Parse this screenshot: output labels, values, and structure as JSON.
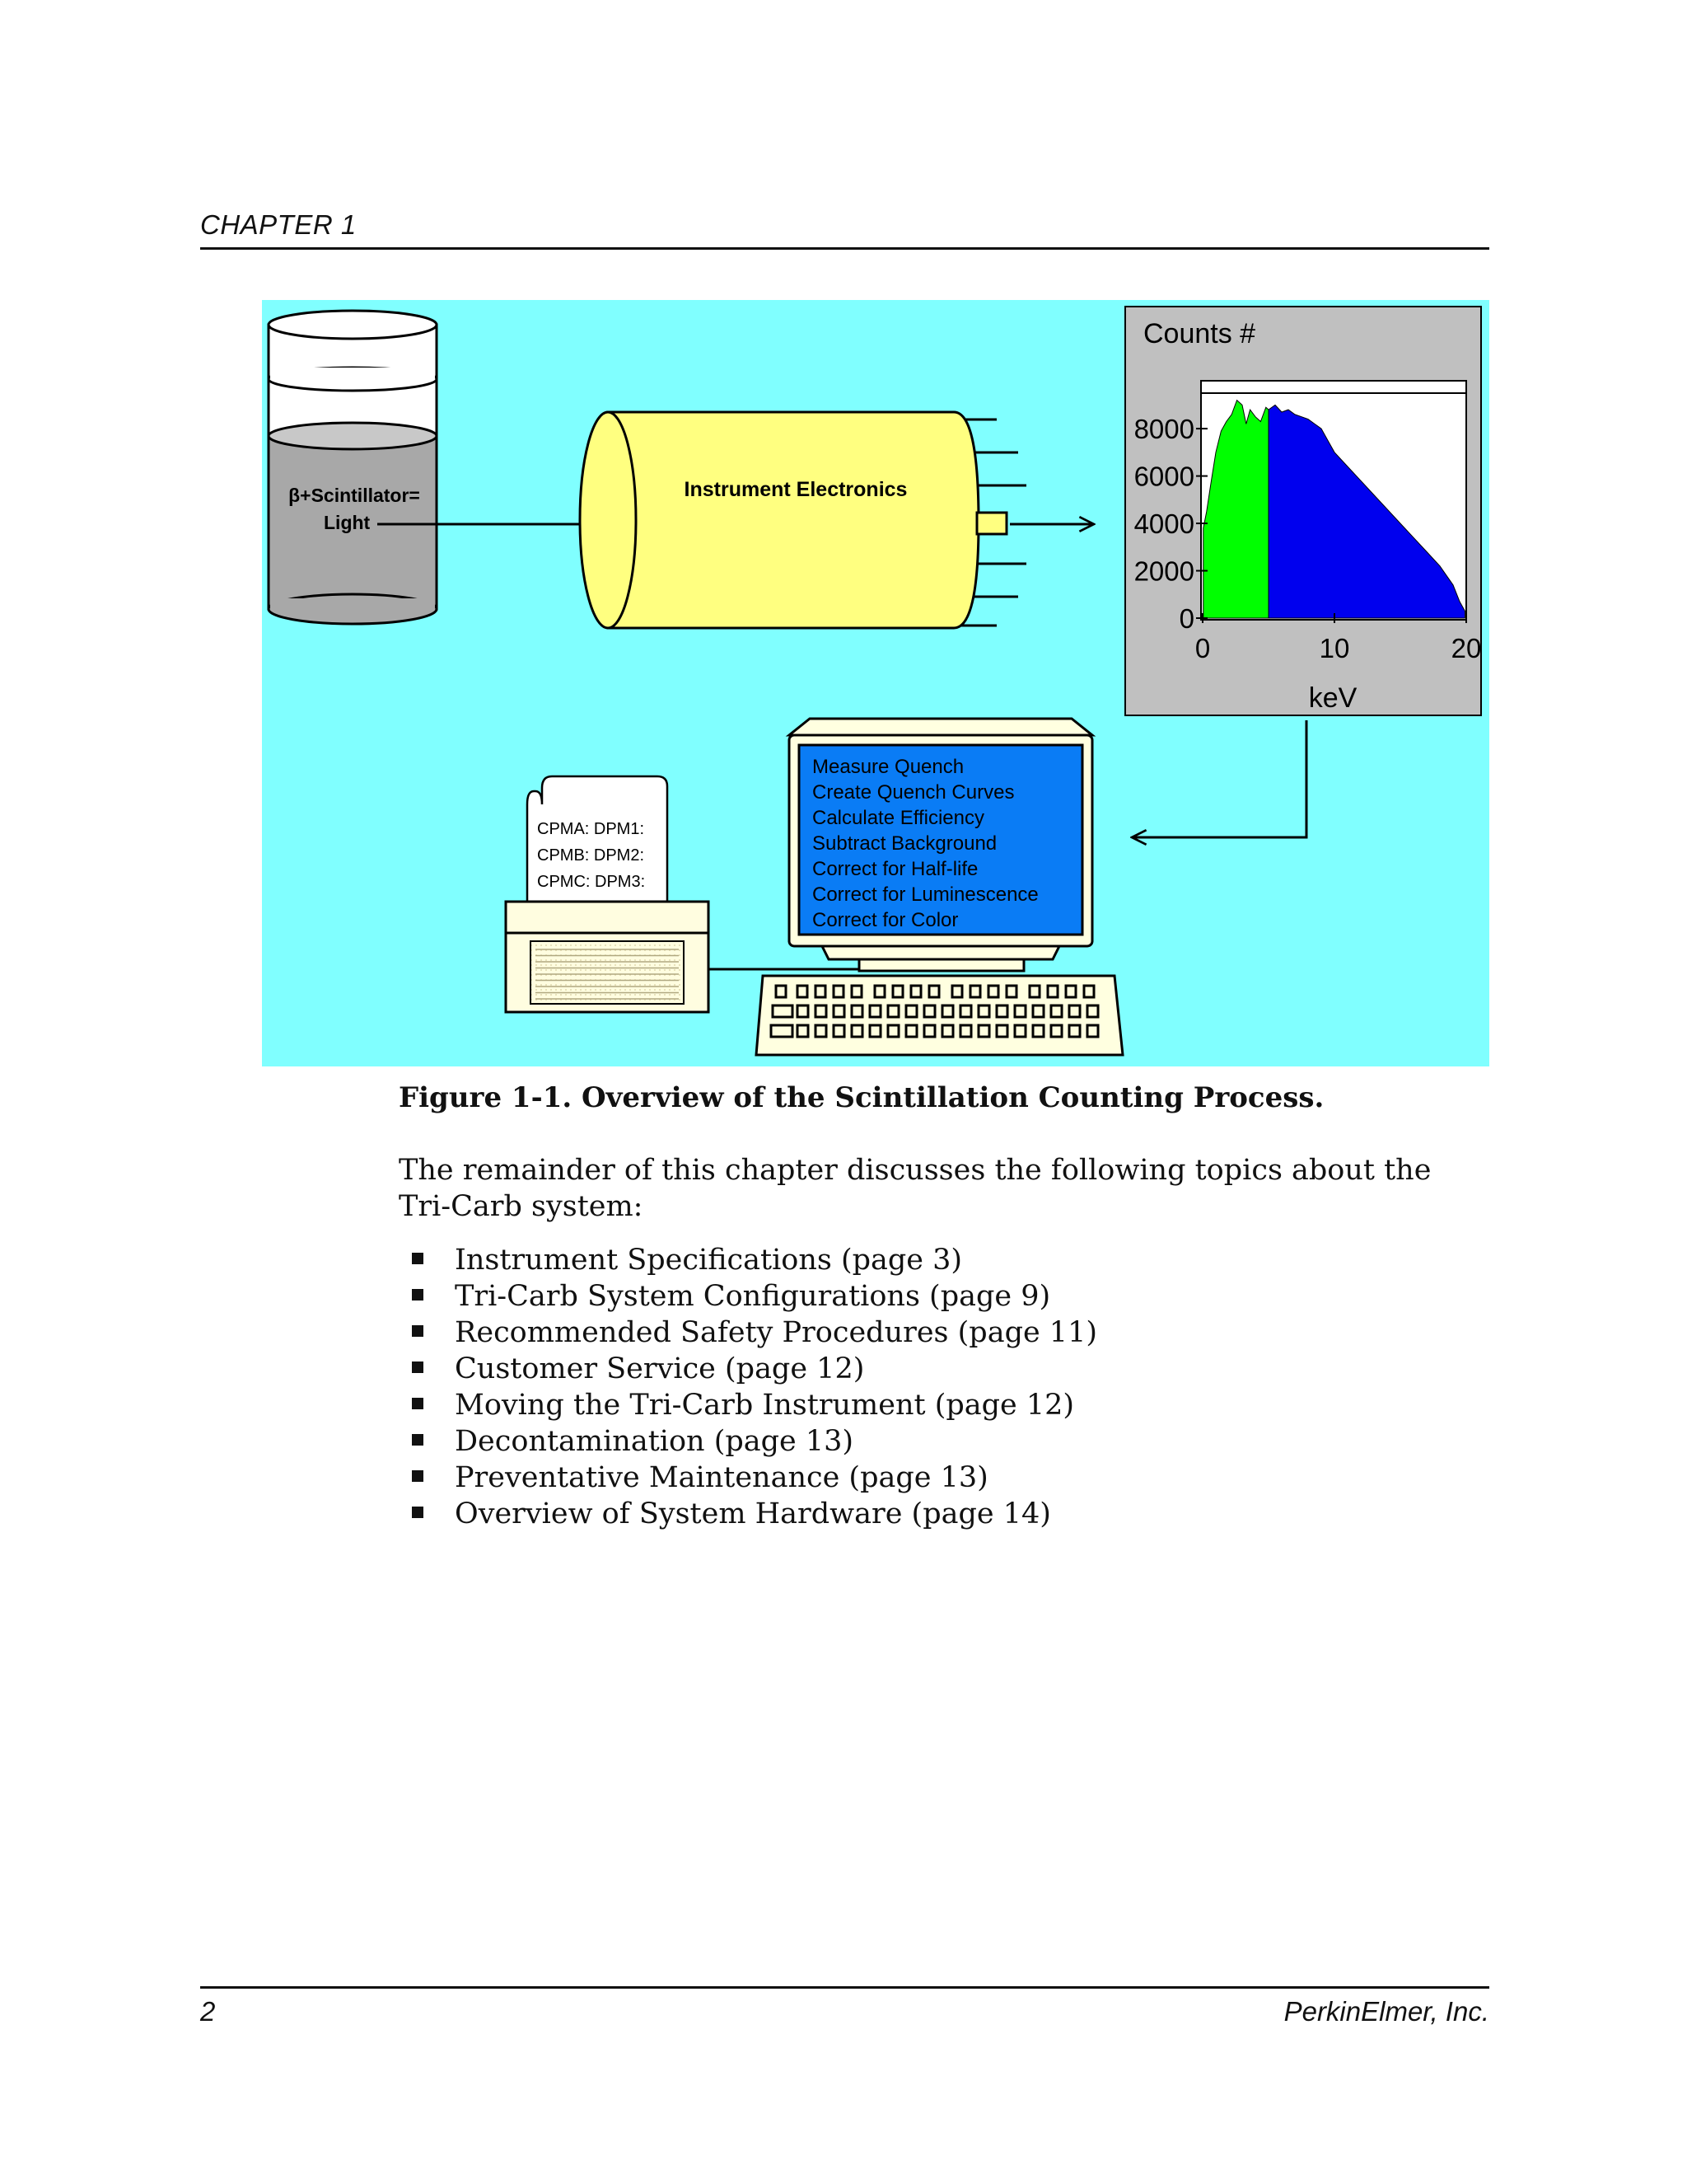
{
  "header": {
    "chapter": "CHAPTER 1"
  },
  "figure": {
    "vial_label_line1": "β+Scintillator=",
    "vial_label_line2": "Light",
    "electronics_label": "Instrument Electronics",
    "monitor_menu": [
      "Measure Quench",
      "Create Quench Curves",
      "Calculate Efficiency",
      "Subtract Background",
      "Correct for Half-life",
      "Correct for Luminescence",
      "Correct for Color"
    ],
    "printout_lines": [
      "CPMA:  DPM1:",
      "CPMB:  DPM2:",
      "CPMC:  DPM3:"
    ],
    "caption": "Figure 1-1. Overview of the Scintillation Counting Process.",
    "colors": {
      "background": "#80ffff",
      "cylinder": "#ffff80",
      "monitor_screen": "#0a7cf5",
      "spectrum_low": "#00ff00",
      "spectrum_high": "#0000ee",
      "plot_panel": "#c0c0c0"
    }
  },
  "chart_data": {
    "type": "area",
    "title": "Counts #",
    "xlabel": "keV",
    "ylabel": "Counts #",
    "xlim": [
      0,
      20
    ],
    "ylim": [
      0,
      9500
    ],
    "x_ticks": [
      "0",
      "10",
      "20"
    ],
    "y_ticks": [
      "0",
      "2000",
      "4000",
      "6000",
      "8000"
    ],
    "series": [
      {
        "color": "#00ff00",
        "x": [
          0.05,
          0.3,
          0.6,
          1.0,
          1.4,
          1.8,
          2.2,
          2.6,
          3.0,
          3.3,
          3.6,
          4.0,
          4.4,
          4.8,
          5.0
        ],
        "y": [
          3800,
          4500,
          5600,
          7000,
          7900,
          8300,
          8600,
          9200,
          9000,
          8200,
          8800,
          8500,
          8300,
          8900,
          8800
        ]
      },
      {
        "color": "#0000ee",
        "x": [
          5.0,
          5.5,
          6.0,
          6.5,
          7.0,
          7.5,
          8.0,
          8.5,
          9.0,
          9.5,
          10.0,
          11.0,
          12.0,
          13.0,
          14.0,
          15.0,
          16.0,
          17.0,
          18.0,
          19.0,
          19.5,
          19.9
        ],
        "y": [
          8800,
          9000,
          8700,
          8800,
          8600,
          8500,
          8400,
          8200,
          8000,
          7500,
          7000,
          6400,
          5800,
          5200,
          4600,
          4000,
          3400,
          2800,
          2200,
          1400,
          700,
          300
        ]
      }
    ]
  },
  "body": {
    "intro": "The remainder of this chapter discusses the following topics about the Tri-Carb system:",
    "topics": [
      "Instrument Specifications (page 3)",
      "Tri-Carb System Configurations (page 9)",
      "Recommended Safety Procedures (page 11)",
      "Customer Service (page 12)",
      "Moving the Tri-Carb Instrument (page 12)",
      "Decontamination (page 13)",
      "Preventative Maintenance (page 13)",
      "Overview of System Hardware (page 14)"
    ]
  },
  "footer": {
    "page_number": "2",
    "company": "PerkinElmer, Inc."
  }
}
